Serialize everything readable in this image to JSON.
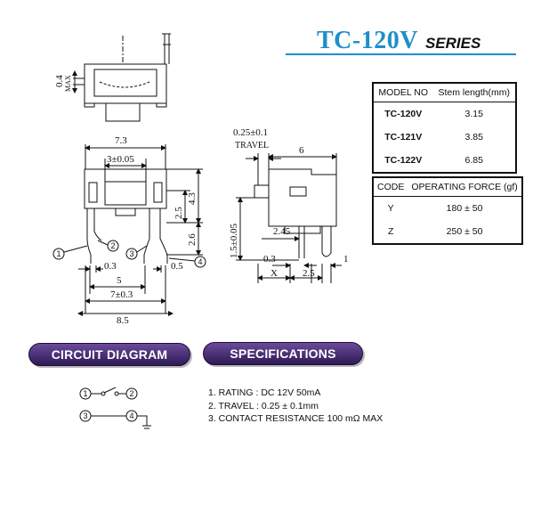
{
  "title": {
    "model": "TC-120V",
    "suffix": "SERIES"
  },
  "dimensions": {
    "top_clearance": "0.4",
    "top_clearance_unit": "MAX",
    "body_width": "7.3",
    "stem_width": "3±0.05",
    "travel": "0.25±0.1",
    "travel_label": "TRAVEL",
    "side_length": "6",
    "dim_2_5": "2.5",
    "dim_4_3": "4.3",
    "dim_2_6": "2.6",
    "dim_1_5": "1.5±0.05",
    "dim_2_45": "2.45",
    "dim_0_3_side": "0.3",
    "dim_1": "1",
    "dim_x": "X",
    "dim_2_5_side": "2.5",
    "dim_0_3": "0.3",
    "dim_0_5": "0.5",
    "dim_5": "5",
    "dim_7": "7±0.3",
    "dim_8_5": "8.5"
  },
  "pins": [
    "1",
    "2",
    "3",
    "4"
  ],
  "model_table": {
    "headers": [
      "MODEL NO",
      "Stem length(mm)"
    ],
    "rows": [
      {
        "model": "TC-120V",
        "length": "3.15"
      },
      {
        "model": "TC-121V",
        "length": "3.85"
      },
      {
        "model": "TC-122V",
        "length": "6.85"
      }
    ]
  },
  "force_table": {
    "headers": [
      "CODE",
      "OPERATING FORCE (gf)"
    ],
    "rows": [
      {
        "code": "Y",
        "force": "180 ± 50"
      },
      {
        "code": "Z",
        "force": "250 ± 50"
      }
    ]
  },
  "sections": {
    "circuit": "CIRCUIT DIAGRAM",
    "specifications": "SPECIFICATIONS"
  },
  "specifications": [
    "1. RATING : DC 12V  50mA",
    "2. TRAVEL : 0.25 ± 0.1mm",
    "3. CONTACT RESISTANCE 100 mΩ MAX"
  ]
}
